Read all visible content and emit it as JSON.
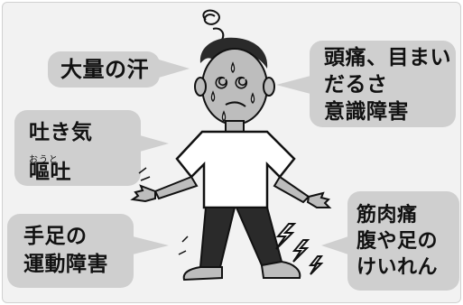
{
  "callouts": {
    "sweat": {
      "lines": [
        "大量の汗"
      ]
    },
    "headache": {
      "lines": [
        "頭痛、目まい",
        "だるさ",
        "意識障害"
      ]
    },
    "vomit": {
      "lines": [
        "吐き気",
        "嘔吐"
      ],
      "ruby": "おうと"
    },
    "motor": {
      "lines": [
        "手足の",
        "運動障害"
      ]
    },
    "cramp": {
      "lines": [
        "筋肉痛",
        "腹や足の",
        "けいれん"
      ]
    }
  },
  "colors": {
    "callout_fill": "#cfcfcf",
    "background": "#f2f2f2",
    "ink": "#111111"
  }
}
